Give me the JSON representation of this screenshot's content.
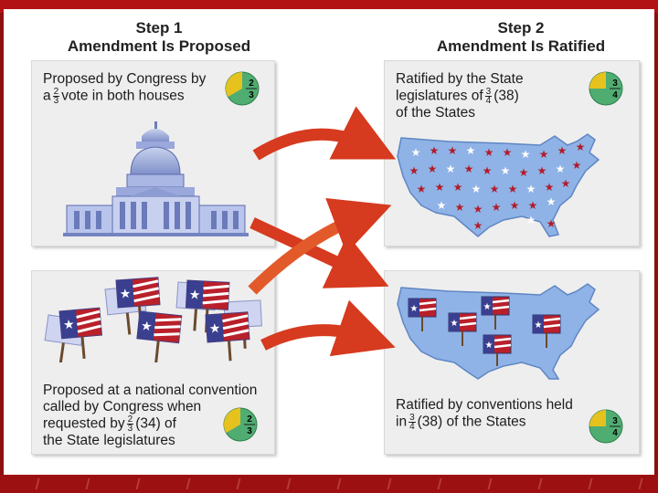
{
  "step1": {
    "title": "Step 1",
    "subtitle": "Amendment Is Proposed"
  },
  "step2": {
    "title": "Step 2",
    "subtitle": "Amendment Is Ratified"
  },
  "panel_congress": {
    "line1": "Proposed by Congress by",
    "line2_pre": "a",
    "frac_num": "2",
    "frac_den": "3",
    "line2_post": "vote in both houses",
    "pie_num": "2",
    "pie_den": "3"
  },
  "panel_convention": {
    "line1": "Proposed at a national convention",
    "line2": "called by Congress when",
    "line3_pre": "requested by",
    "frac_num": "2",
    "frac_den": "3",
    "line3_post": "(34) of",
    "line4": "the State legislatures",
    "pie_num": "2",
    "pie_den": "3"
  },
  "panel_legislatures": {
    "line1": "Ratified by the State",
    "line2_pre": "legislatures of",
    "frac_num": "3",
    "frac_den": "4",
    "line2_post": "(38)",
    "line3": "of the States",
    "pie_num": "3",
    "pie_den": "4"
  },
  "panel_conventions": {
    "line1": "Ratified by conventions held",
    "line2_pre": "in",
    "frac_num": "3",
    "frac_den": "4",
    "line2_post": "(38) of the States",
    "pie_num": "3",
    "pie_den": "4"
  },
  "colors": {
    "pie_green": "#4fad72",
    "pie_yellow": "#e6c21f",
    "arrow": "#d63a1f",
    "frame": "#a30f12",
    "map": "#8fb3e6"
  },
  "icons": [
    "capitol-building-icon",
    "protest-signs-icon",
    "us-map-stars-icon",
    "us-map-flags-icon",
    "fraction-pie-icon",
    "curved-arrow-icon"
  ]
}
